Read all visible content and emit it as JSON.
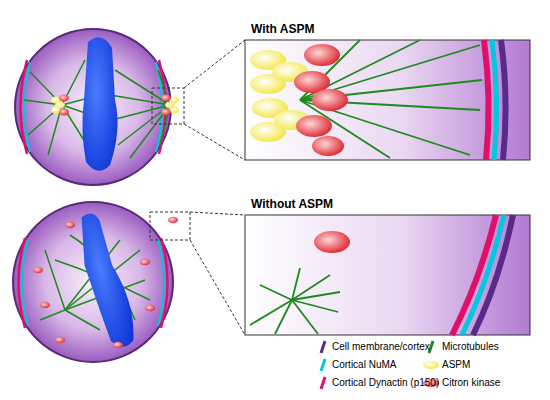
{
  "diagram": {
    "nodes": [
      {
        "text": [
          "With ASPM"
        ]
      },
      {
        "text": [
          "Without ASPM"
        ]
      }
    ],
    "legend": [
      {
        "text": "Cell membrane/cortex"
      },
      {
        "text": "Cortical NuMA"
      },
      {
        "text": "Cortical Dynactin (p150)"
      },
      {
        "text": "Microtubules"
      },
      {
        "text": "ASPM"
      },
      {
        "text": "Citron kinase"
      }
    ]
  }
}
